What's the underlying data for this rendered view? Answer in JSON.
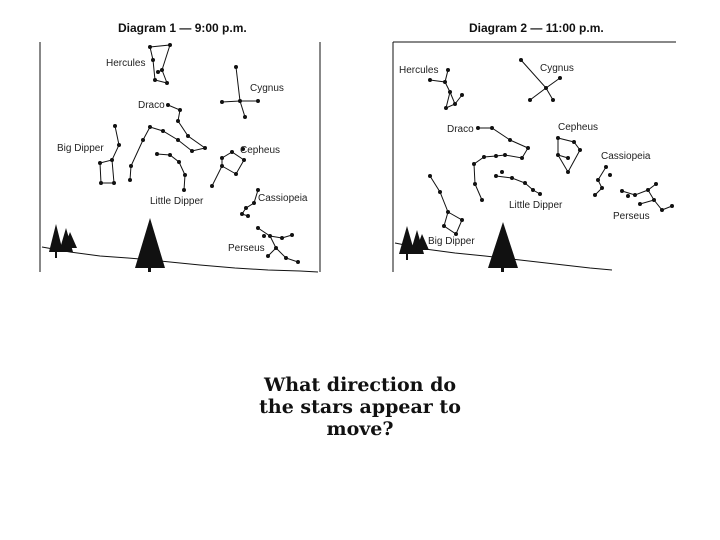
{
  "diagrams": [
    {
      "title": "Diagram 1 — 9:00 p.m.",
      "labels": {
        "hercules": "Hercules",
        "cygnus": "Cygnus",
        "draco": "Draco",
        "big_dipper": "Big Dipper",
        "cepheus": "Cepheus",
        "little_dipper": "Little Dipper",
        "cassiopeia": "Cassiopeia",
        "perseus": "Perseus"
      }
    },
    {
      "title": "Diagram 2 — 11:00 p.m.",
      "labels": {
        "hercules": "Hercules",
        "cygnus": "Cygnus",
        "draco": "Draco",
        "cepheus": "Cepheus",
        "cassiopeia": "Cassiopeia",
        "little_dipper": "Little Dipper",
        "perseus": "Perseus",
        "big_dipper": "Big Dipper"
      }
    }
  ],
  "question_lines": [
    "What direction do",
    "the stars appear to",
    "move?"
  ]
}
